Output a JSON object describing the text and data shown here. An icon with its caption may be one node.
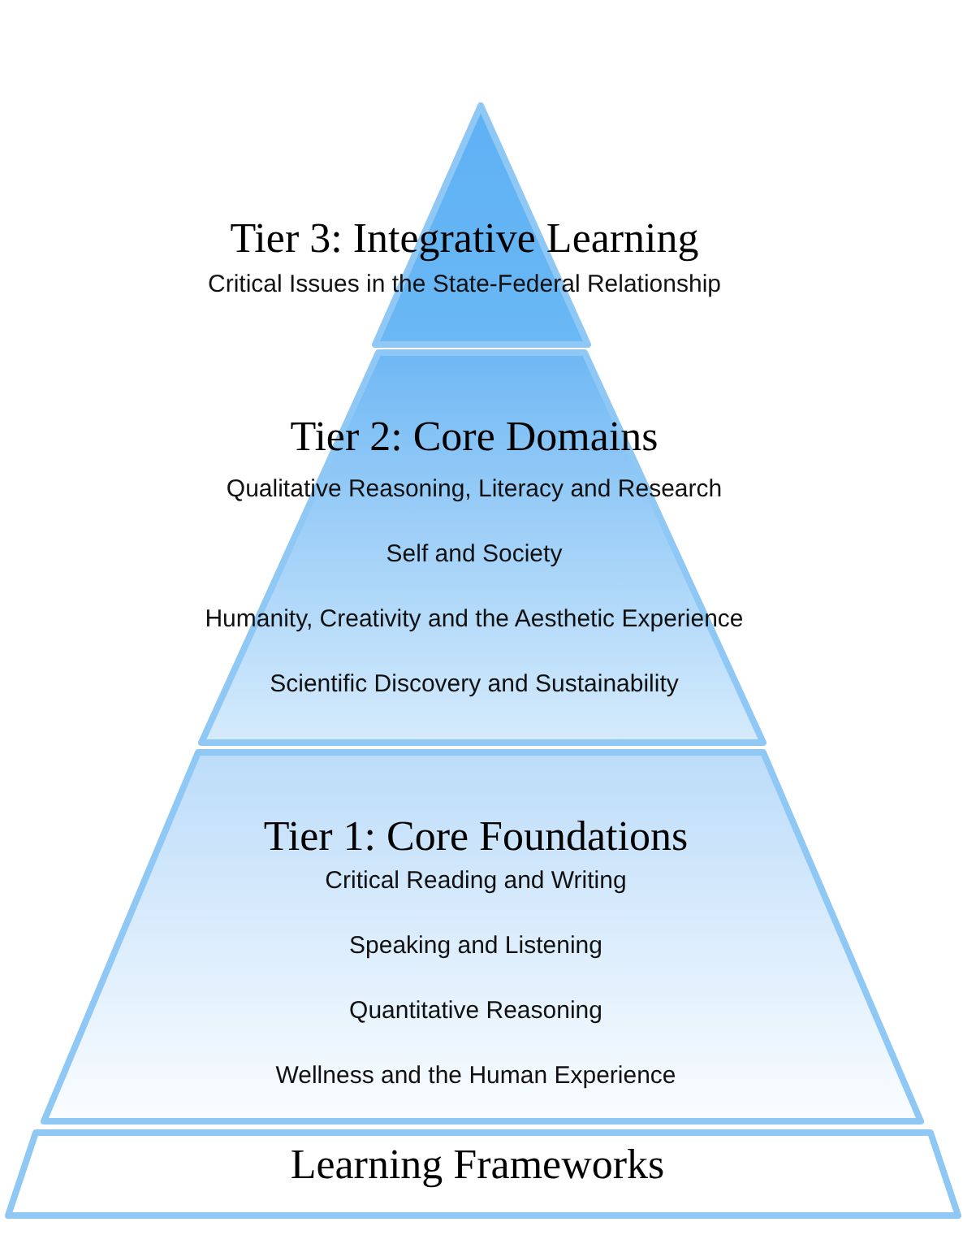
{
  "diagram": {
    "nodes": [
      {
        "text": [
          "Tier 3: Integrative Learning",
          "Critical Issues in the State-Federal Relationship"
        ]
      },
      {
        "text": [
          "Tier 2: Core Domains",
          "Qualitative Reasoning, Literacy and Research",
          "Self and Society",
          "Humanity, Creativity and the Aesthetic Experience",
          "Scientific Discovery and Sustainability"
        ]
      },
      {
        "text": [
          "Tier 1: Core Foundations",
          "Critical Reading and Writing",
          "Speaking and Listening",
          "Quantitative Reasoning",
          "Wellness and the Human Experience"
        ]
      },
      {
        "text": [
          "Learning Frameworks"
        ]
      }
    ],
    "edges": []
  }
}
